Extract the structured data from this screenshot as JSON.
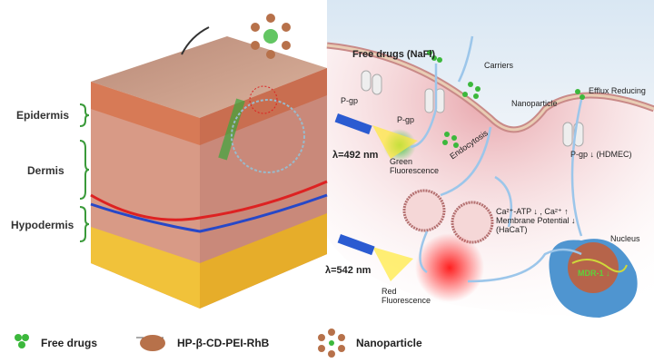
{
  "layers": {
    "epidermis": "Epidermis",
    "dermis": "Dermis",
    "hypodermis": "Hypodermis"
  },
  "cell": {
    "free_drugs": "Free drugs (NaFl)",
    "carriers": "Carriers",
    "pgp_1": "P-gp",
    "pgp_2": "P-gp",
    "nanoparticle": "Nanoparticle",
    "efflux": "Efflux Reducing",
    "lambda_green": "λ=492 nm",
    "green_fluor_1": "Green",
    "green_fluor_2": "Fluorescence",
    "endocytosis": "Endocytosis",
    "pgp_hdmec": "P-gp ↓ (HDMEC)",
    "ca_line1": "Ca²⁺-ATP ↓ , Ca²⁺ ↑",
    "ca_line2": "Membrane Potential ↓",
    "ca_line3": "(HaCaT)",
    "nucleus": "Nucleus",
    "mdr": "MDR-1 ↓",
    "lambda_red": "λ=542 nm",
    "red_fluor_1": "Red",
    "red_fluor_2": "Fluorescence"
  },
  "legend": {
    "free_drugs": "Free drugs",
    "polymer": "HP-β-CD-PEI-RhB",
    "nanoparticle": "Nanoparticle"
  },
  "colors": {
    "drug": "#3cb83c",
    "cell": "#f3c7c9",
    "extracellular": "#d6e6f2",
    "nucleus": "#b6644a",
    "er": "#4f95d0",
    "arrow": "#9cc6ea"
  }
}
